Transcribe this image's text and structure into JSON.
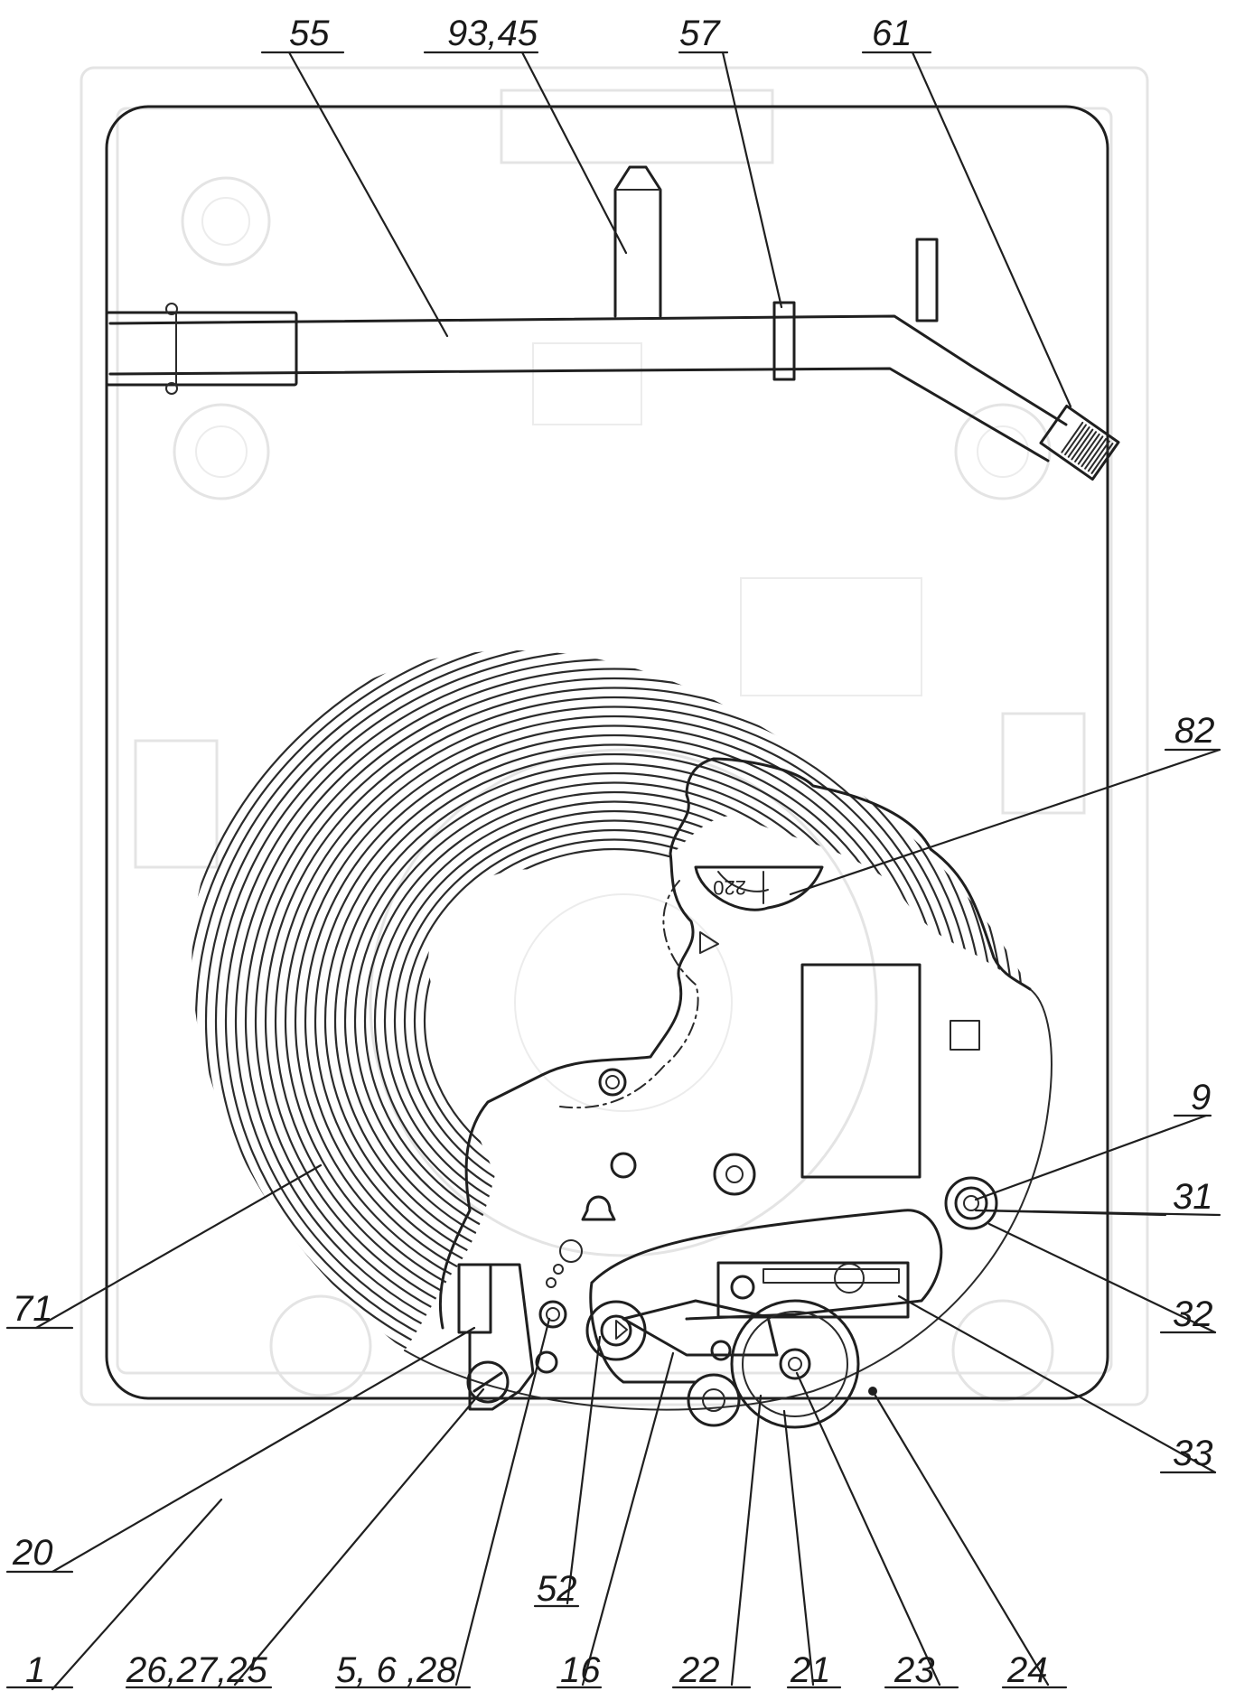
{
  "labels": [
    {
      "id": "label-55",
      "text": "55"
    },
    {
      "id": "label-93-45",
      "text": "93,45"
    },
    {
      "id": "label-57",
      "text": "57"
    },
    {
      "id": "label-61",
      "text": "61"
    },
    {
      "id": "label-82",
      "text": "82"
    },
    {
      "id": "label-9",
      "text": "9"
    },
    {
      "id": "label-31",
      "text": "31"
    },
    {
      "id": "label-32",
      "text": "32"
    },
    {
      "id": "label-33",
      "text": "33"
    },
    {
      "id": "label-71",
      "text": "71"
    },
    {
      "id": "label-20",
      "text": "20"
    },
    {
      "id": "label-1",
      "text": "1"
    },
    {
      "id": "label-26-27-25",
      "text": "26,27,25"
    },
    {
      "id": "label-5-6-28",
      "text": "5, 6 ,28"
    },
    {
      "id": "label-52",
      "text": "52"
    },
    {
      "id": "label-16",
      "text": "16"
    },
    {
      "id": "label-22",
      "text": "22"
    },
    {
      "id": "label-21",
      "text": "21"
    },
    {
      "id": "label-23",
      "text": "23"
    },
    {
      "id": "label-24",
      "text": "24"
    }
  ],
  "voltage_selector": {
    "value": "220"
  },
  "colors": {
    "ink": "#1f1f1f",
    "ghost": "#e4e4e4",
    "paper": "#ffffff"
  }
}
